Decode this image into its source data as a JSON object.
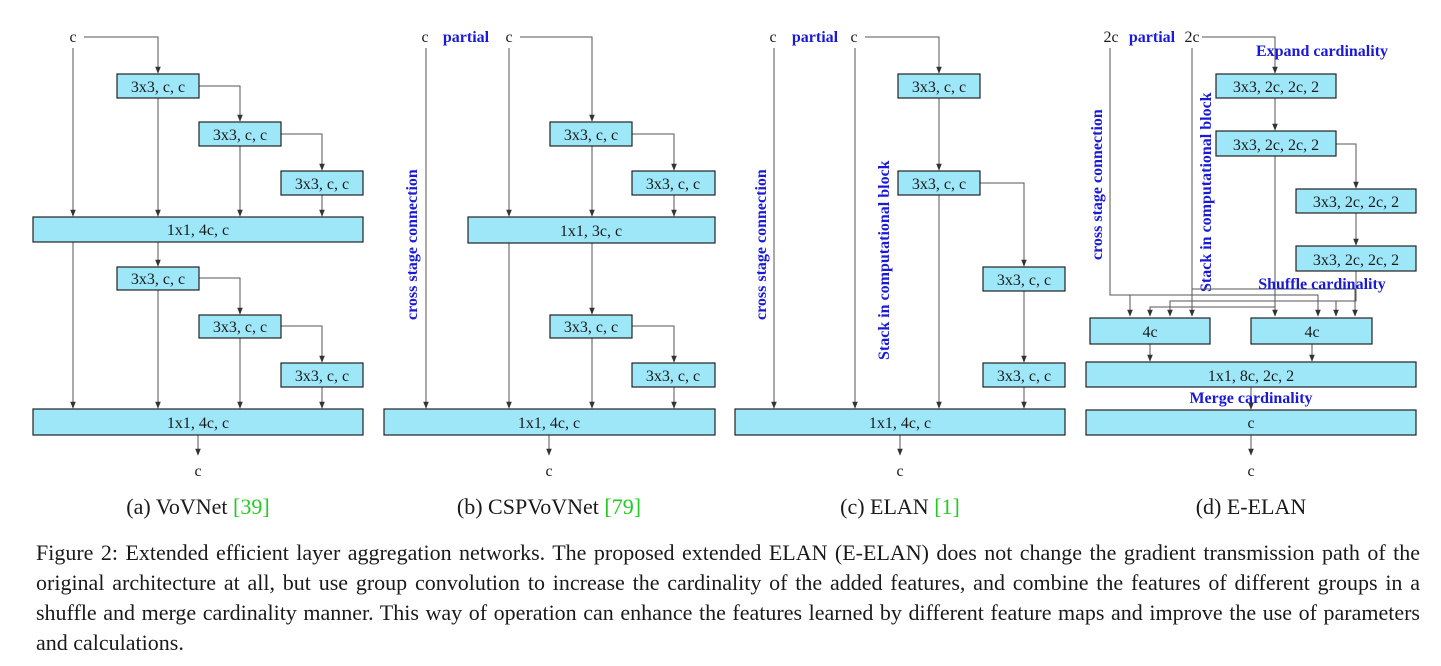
{
  "panels": [
    {
      "caption": "(a) VoVNet",
      "cite": "[39]",
      "top_labels": [
        "c"
      ],
      "boxes": [
        "3x3, c, c",
        "3x3, c, c",
        "3x3, c, c",
        "1x1, 4c, c",
        "3x3, c, c",
        "3x3, c, c",
        "3x3, c, c",
        "1x1, 4c, c"
      ],
      "output": "c"
    },
    {
      "caption": "(b) CSPVoVNet",
      "cite": "[79]",
      "top_labels": [
        "c",
        "partial",
        "c"
      ],
      "side_label": "cross stage connection",
      "boxes": [
        "3x3, c, c",
        "3x3, c, c",
        "1x1, 3c, c",
        "3x3, c, c",
        "3x3, c, c",
        "1x1, 4c, c"
      ],
      "output": "c"
    },
    {
      "caption": "(c) ELAN",
      "cite": "[1]",
      "top_labels": [
        "c",
        "partial",
        "c"
      ],
      "side_labels": [
        "cross stage connection",
        "Stack in computational block"
      ],
      "boxes": [
        "3x3, c, c",
        "3x3, c, c",
        "3x3, c, c",
        "3x3, c, c",
        "1x1, 4c, c"
      ],
      "output": "c"
    },
    {
      "caption": "(d) E-ELAN",
      "cite": "",
      "top_labels": [
        "2c",
        "partial",
        "2c"
      ],
      "side_labels": [
        "cross stage connection",
        "Stack in computational block"
      ],
      "annotations": [
        "Expand cardinality",
        "Shuffle cardinality",
        "Merge cardinality"
      ],
      "boxes": [
        "3x3, 2c, 2c, 2",
        "3x3, 2c, 2c, 2",
        "3x3, 2c, 2c, 2",
        "3x3, 2c, 2c, 2",
        "4c",
        "4c",
        "1x1, 8c, 2c, 2",
        "c"
      ],
      "output": "c"
    }
  ],
  "figure_caption": "Figure 2: Extended efficient layer aggregation networks. The proposed extended ELAN (E-ELAN) does not change the gradient transmission path of the original architecture at all, but use group convolution to increase the cardinality of the added features, and combine the features of different groups in a shuffle and merge cardinality manner. This way of operation can enhance the features learned by different feature maps and improve the use of parameters and calculations.",
  "colors": {
    "box_fill": "#9ee7f9",
    "annotation_text": "#1a1ad6",
    "citation": "#22cc22"
  }
}
